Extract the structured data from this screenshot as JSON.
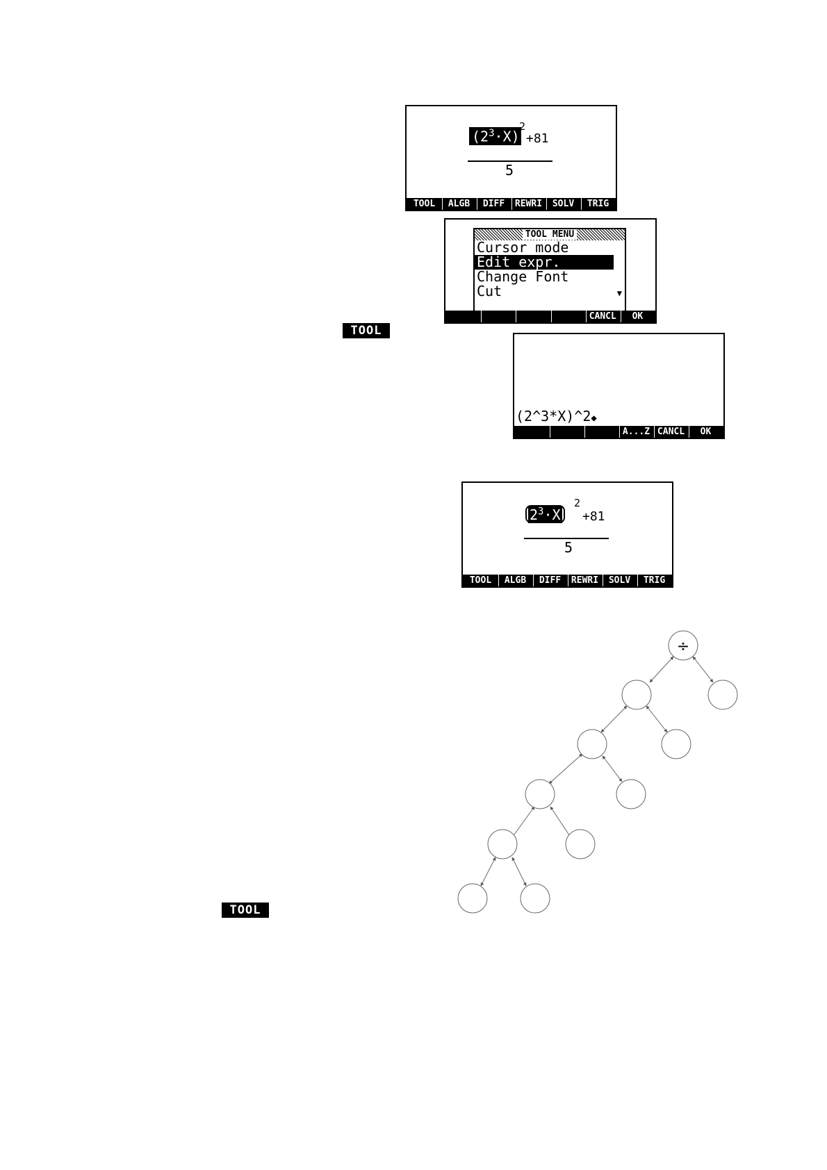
{
  "softkeys_main": [
    "TOOL",
    "ALGB",
    "DIFF",
    "REWRI",
    "SOLV",
    "TRIG"
  ],
  "softkeys_menu": [
    "",
    "",
    "",
    "",
    "CANCL",
    "OK"
  ],
  "softkeys_edit": [
    "",
    "",
    "",
    "A...Z",
    "CANCL",
    "OK"
  ],
  "screen1": {
    "base": "2",
    "exp": "3",
    "times_x": "·X",
    "outer_exp": "2",
    "plus": "+81",
    "denominator": "5"
  },
  "screen2": {
    "title": "TOOL MENU",
    "items": [
      "Cursor mode",
      "Edit expr.",
      "Change Font",
      "Cut"
    ],
    "scroll_indicator": "▼"
  },
  "screen3": {
    "edit_line": "(2^3*X)^2",
    "cursor": "◆"
  },
  "screen4": {
    "base": "2",
    "exp": "3",
    "times_x": "·X",
    "outer_exp": "2",
    "plus": "+81",
    "denominator": "5"
  },
  "tool_key_label": "TOOL",
  "tree": {
    "root_label": "÷"
  }
}
